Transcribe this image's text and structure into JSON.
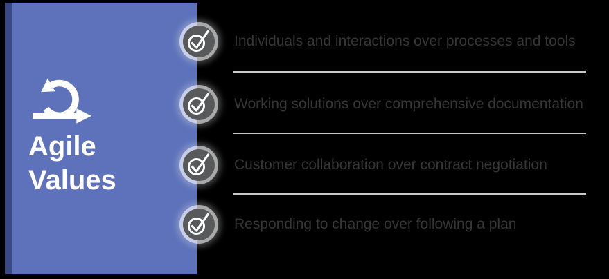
{
  "panel": {
    "title_line1": "Agile",
    "title_line2": "Values",
    "icon": "agile-cycle-icon"
  },
  "values": {
    "items": [
      {
        "icon": "check-circle-icon",
        "label": "Individuals and interactions over processes and tools"
      },
      {
        "icon": "check-circle-icon",
        "label": "Working solutions over comprehensive documentation"
      },
      {
        "icon": "check-circle-icon",
        "label": "Customer collaboration over contract negotiation"
      },
      {
        "icon": "check-circle-icon",
        "label": "Responding to change over following a plan"
      }
    ]
  },
  "colors": {
    "canvas_bg": "#000000",
    "panel_bg": "#5d72ba",
    "panel_edge_accent": "#3a4886",
    "title_text": "#ffffff",
    "value_text": "#363636",
    "divider": "#c9c9c9",
    "badge_circle": "#58595b",
    "badge_glyph": "#ffffff"
  }
}
